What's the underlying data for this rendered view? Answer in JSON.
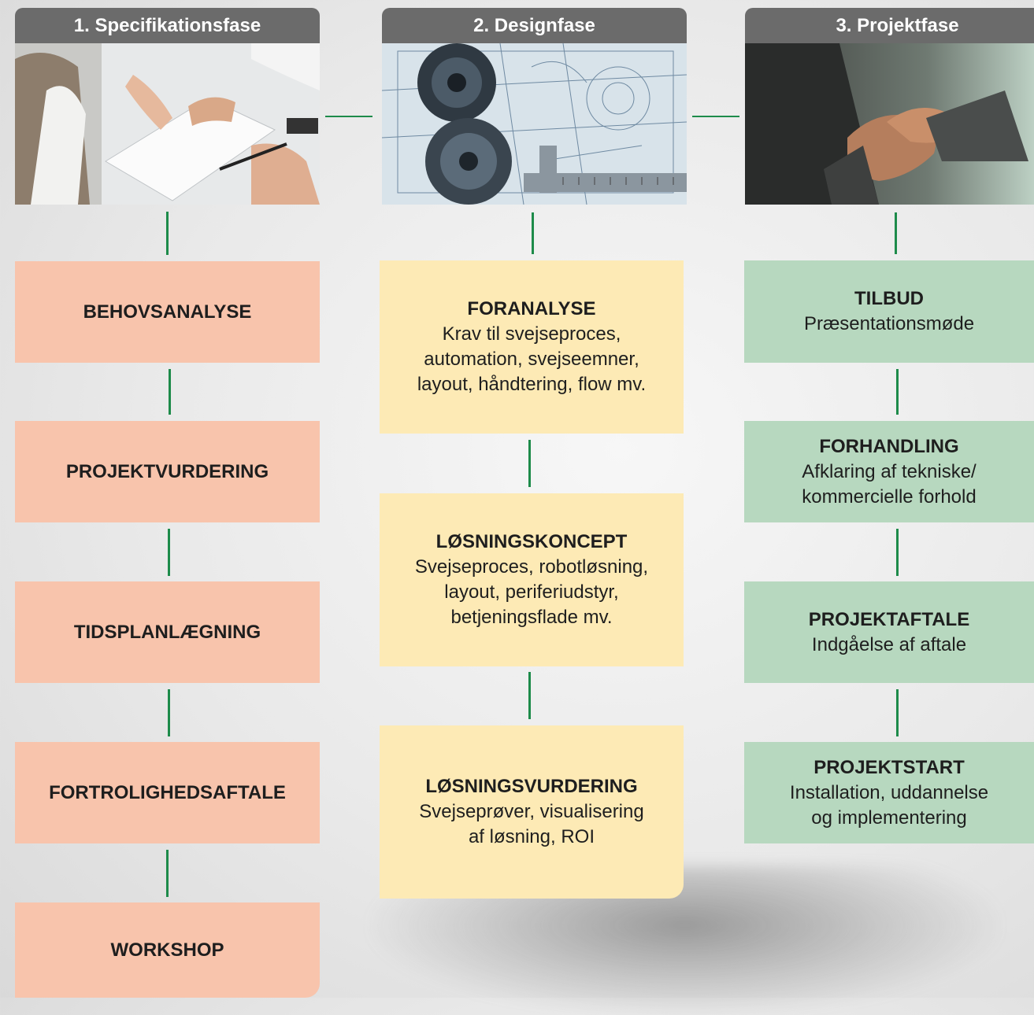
{
  "phases": [
    {
      "title": "1. Specifikationsfase"
    },
    {
      "title": "2. Designfase"
    },
    {
      "title": "3. Projektfase"
    }
  ],
  "spec_steps": [
    {
      "title": "BEHOVSANALYSE"
    },
    {
      "title": "PROJEKTVURDERING"
    },
    {
      "title": "TIDSPLANLÆGNING"
    },
    {
      "title": "FORTROLIGHEDSAFTALE"
    },
    {
      "title": "WORKSHOP"
    }
  ],
  "design_steps": [
    {
      "title": "FORANALYSE",
      "desc": "Krav til svejseproces,\nautomation, svejseemner,\nlayout, håndtering, flow mv."
    },
    {
      "title": "LØSNINGSKONCEPT",
      "desc": "Svejseproces, robotløsning,\nlayout, periferiudstyr,\nbetjeningsflade mv."
    },
    {
      "title": "LØSNINGSVURDERING",
      "desc": "Svejseprøver, visualisering\naf løsning, ROI"
    }
  ],
  "project_steps": [
    {
      "title": "TILBUD",
      "desc": "Præsentationsmøde"
    },
    {
      "title": "FORHANDLING",
      "desc": "Afklaring af tekniske/\nkommercielle forhold"
    },
    {
      "title": "PROJEKTAFTALE",
      "desc": "Indgåelse af aftale"
    },
    {
      "title": "PROJEKTSTART",
      "desc": "Installation, uddannelse\nog implementering"
    }
  ],
  "colors": {
    "header": "#6b6b6b",
    "connector": "#1d8b4a",
    "spec_box": "#f8c4ac",
    "design_box": "#fdeab5",
    "project_box": "#b7d8bf"
  },
  "images": [
    {
      "icon": "meeting-photo-icon"
    },
    {
      "icon": "gears-blueprint-photo-icon"
    },
    {
      "icon": "handshake-photo-icon"
    }
  ]
}
